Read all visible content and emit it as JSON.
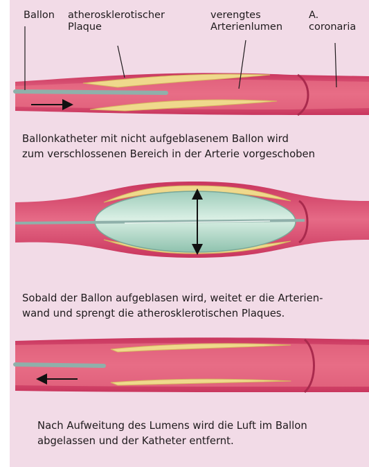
{
  "labels": {
    "balloon": "Ballon",
    "plaque": "atherosklerotischer\nPlaque",
    "narrowed_lumen": "verengtes\nArterienlumen",
    "artery": "A.\ncoronaria"
  },
  "captions": {
    "step1": "Ballonkatheter mit nicht aufgeblasenem Ballon wird\nzum verschlossenen Bereich in der Arterie vorgeschoben",
    "step2": "Sobald der Ballon aufgeblasen wird, weitet er die Arterien-\nwand und sprengt die atherosklerotischen Plaques.",
    "step3": "Nach Aufweitung des Lumens wird die Luft im Ballon\nabgelassen und der Katheter entfernt."
  },
  "colors": {
    "background": "#f2dbe7",
    "artery_wall": "#d7446c",
    "artery_lumen": "#e8677f",
    "plaque": "#efd98c",
    "balloon": "#bfe2d2",
    "catheter": "#8fb0aa",
    "arrow": "#111111"
  }
}
